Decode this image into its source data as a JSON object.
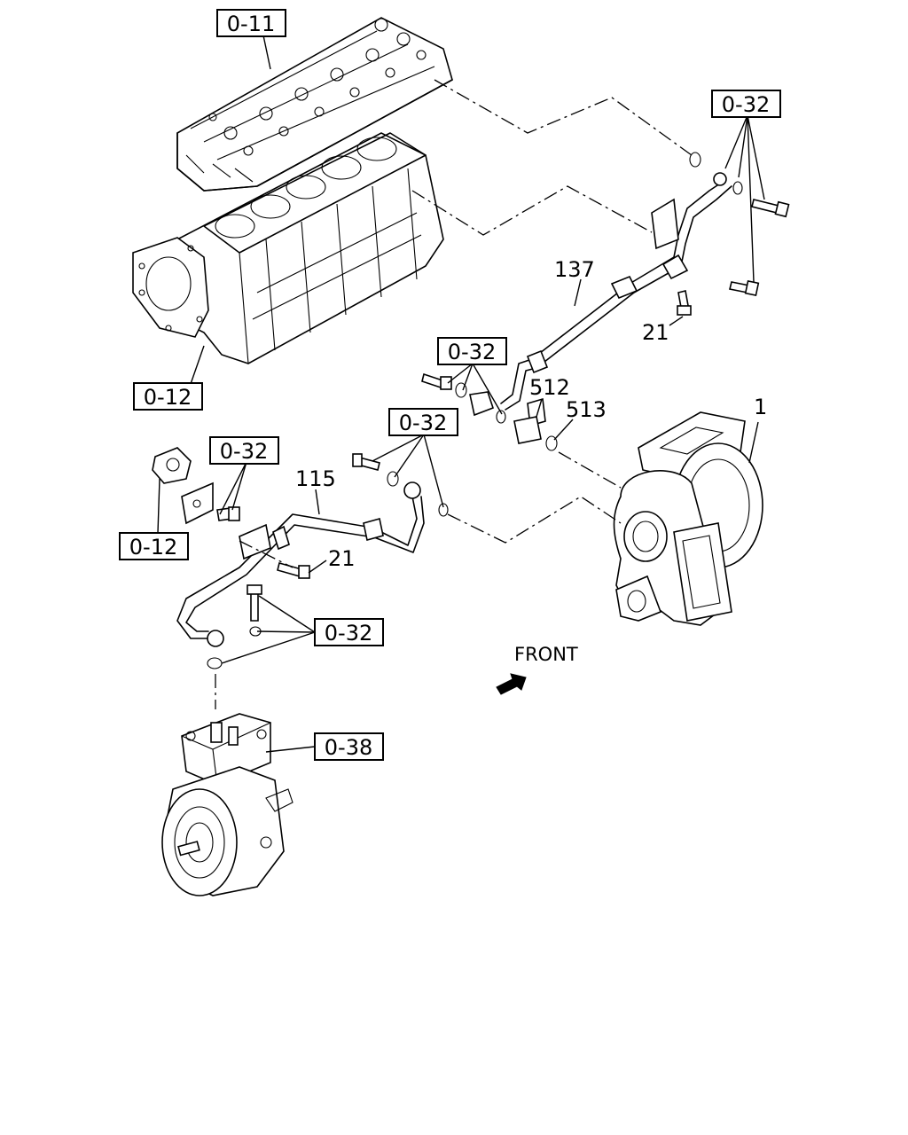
{
  "references": {
    "cylinder_head": "0-11",
    "cylinder_block": "0-12",
    "bracket_group": "0-12",
    "hardware_top_right": "0-32",
    "hardware_center": "0-32",
    "hardware_left": "0-32",
    "hardware_middle": "0-32",
    "hardware_lower": "0-32",
    "air_compressor": "0-38"
  },
  "parts": {
    "turbocharger": "1",
    "bolt_upper": "21",
    "bolt_lower": "21",
    "pipe_upper": "137",
    "pipe_lower": "115",
    "connector": "512",
    "washer": "513"
  },
  "direction": {
    "label": "FRONT",
    "icon": "arrow-icon"
  }
}
